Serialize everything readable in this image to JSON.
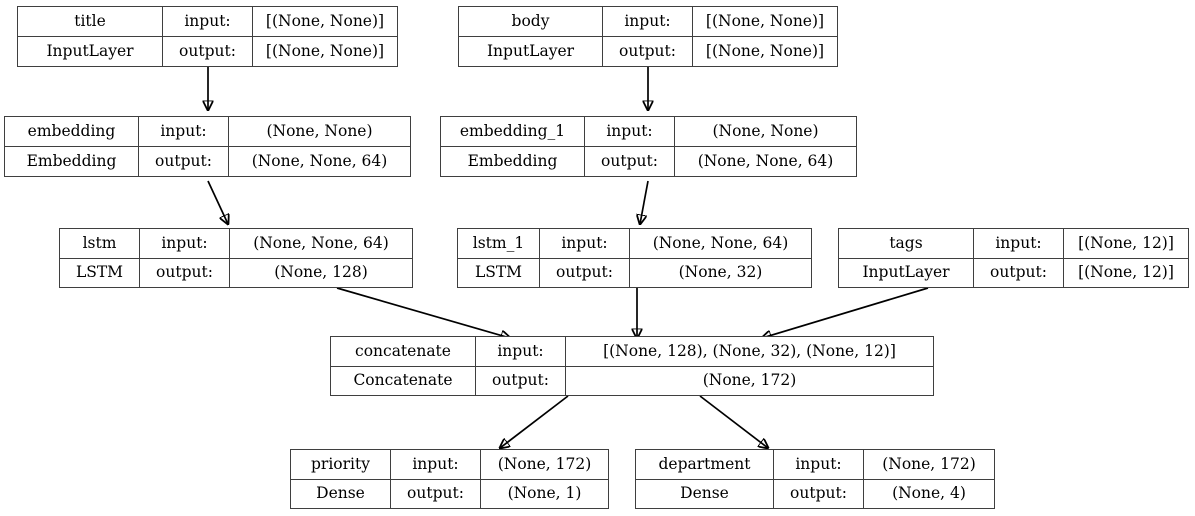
{
  "diagram": {
    "title": "Keras functional model plot",
    "background": "#ffffff",
    "border_color": "#3f3f3f",
    "edge_color": "#000000"
  },
  "columns": {
    "input_label": "input:",
    "output_label": "output:"
  },
  "nodes": [
    {
      "id": "title",
      "name": "title",
      "type": "InputLayer",
      "input_label": "input:",
      "output_label": "output:",
      "input_shape": "[(None, None)]",
      "output_shape": "[(None, None)]"
    },
    {
      "id": "body",
      "name": "body",
      "type": "InputLayer",
      "input_label": "input:",
      "output_label": "output:",
      "input_shape": "[(None, None)]",
      "output_shape": "[(None, None)]"
    },
    {
      "id": "embedding",
      "name": "embedding",
      "type": "Embedding",
      "input_label": "input:",
      "output_label": "output:",
      "input_shape": "(None, None)",
      "output_shape": "(None, None, 64)"
    },
    {
      "id": "embedding_1",
      "name": "embedding_1",
      "type": "Embedding",
      "input_label": "input:",
      "output_label": "output:",
      "input_shape": "(None, None)",
      "output_shape": "(None, None, 64)"
    },
    {
      "id": "lstm",
      "name": "lstm",
      "type": "LSTM",
      "input_label": "input:",
      "output_label": "output:",
      "input_shape": "(None, None, 64)",
      "output_shape": "(None, 128)"
    },
    {
      "id": "lstm_1",
      "name": "lstm_1",
      "type": "LSTM",
      "input_label": "input:",
      "output_label": "output:",
      "input_shape": "(None, None, 64)",
      "output_shape": "(None, 32)"
    },
    {
      "id": "tags",
      "name": "tags",
      "type": "InputLayer",
      "input_label": "input:",
      "output_label": "output:",
      "input_shape": "[(None, 12)]",
      "output_shape": "[(None, 12)]"
    },
    {
      "id": "concatenate",
      "name": "concatenate",
      "type": "Concatenate",
      "input_label": "input:",
      "output_label": "output:",
      "input_shape": "[(None, 128), (None, 32), (None, 12)]",
      "output_shape": "(None, 172)"
    },
    {
      "id": "priority",
      "name": "priority",
      "type": "Dense",
      "input_label": "input:",
      "output_label": "output:",
      "input_shape": "(None, 172)",
      "output_shape": "(None, 1)"
    },
    {
      "id": "department",
      "name": "department",
      "type": "Dense",
      "input_label": "input:",
      "output_label": "output:",
      "input_shape": "(None, 172)",
      "output_shape": "(None, 4)"
    }
  ],
  "edges": [
    {
      "from": "title",
      "to": "embedding"
    },
    {
      "from": "body",
      "to": "embedding_1"
    },
    {
      "from": "embedding",
      "to": "lstm"
    },
    {
      "from": "embedding_1",
      "to": "lstm_1"
    },
    {
      "from": "lstm",
      "to": "concatenate"
    },
    {
      "from": "lstm_1",
      "to": "concatenate"
    },
    {
      "from": "tags",
      "to": "concatenate"
    },
    {
      "from": "concatenate",
      "to": "priority"
    },
    {
      "from": "concatenate",
      "to": "department"
    }
  ]
}
